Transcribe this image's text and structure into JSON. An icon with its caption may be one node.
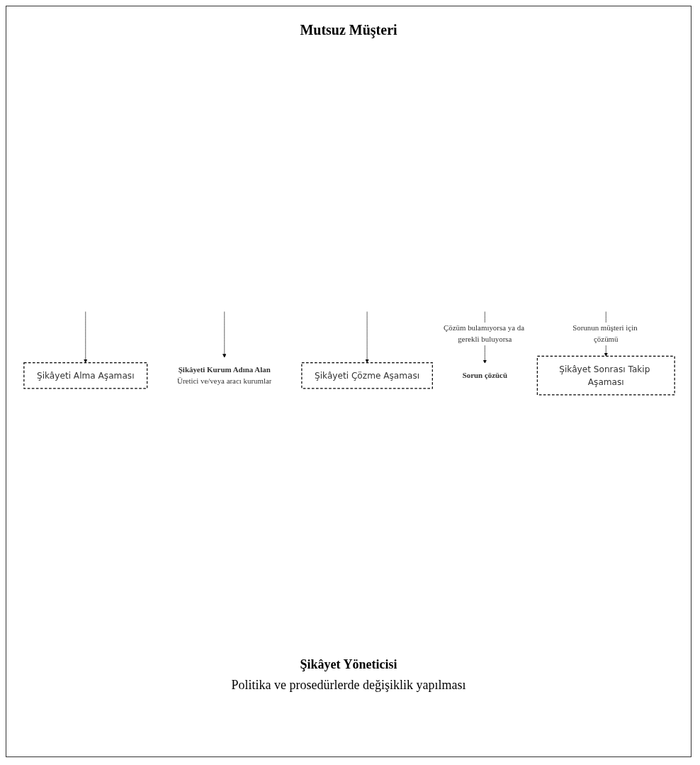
{
  "diagram": {
    "title": "Mutsuz Müşteri",
    "nodes": [
      {
        "text": [
          "Şikâyeti Alma Aşaması"
        ]
      },
      {
        "text": [
          "Şikâyeti Kurum Adına Alan",
          "Üretici ve/veya aracı kurumlar"
        ]
      },
      {
        "text": [
          "Şikâyeti Çözme Aşaması"
        ]
      },
      {
        "text": [
          "Sorun çözücü"
        ]
      },
      {
        "text": [
          "Şikâyet Sonrası Takip Aşaması"
        ]
      }
    ],
    "edges": [
      {
        "from": null,
        "to": 0,
        "arrow": "to"
      },
      {
        "from": null,
        "to": 1,
        "arrow": "to"
      },
      {
        "from": null,
        "to": 2,
        "arrow": "to"
      },
      {
        "from": null,
        "to": 3,
        "arrow": "to",
        "label": "Çözüm bulamıyorsa ya da gerekli buluyorsa"
      },
      {
        "from": null,
        "to": 4,
        "arrow": "to",
        "label": "Sorunun müşteri için çözümü"
      }
    ],
    "labels": [
      "Şikâyet Yöneticisi",
      "Politika ve prosedürlerde değişiklik yapılması"
    ]
  }
}
